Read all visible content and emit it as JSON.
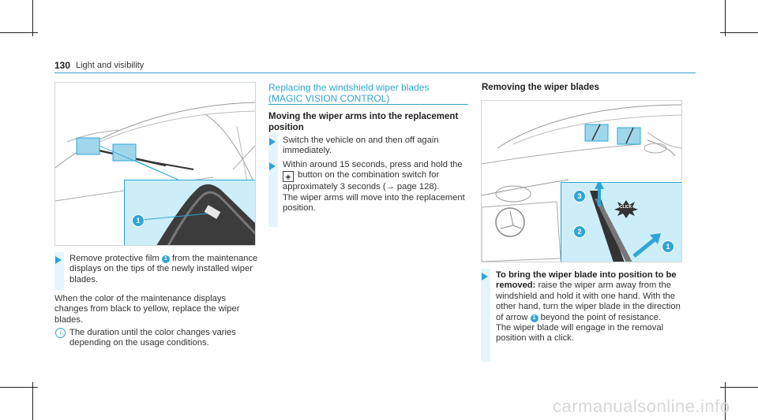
{
  "header": {
    "page_number": "130",
    "section_title": "Light and visibility"
  },
  "left": {
    "callout_1": "1",
    "step1": {
      "before": "Remove protective film ",
      "num": "1",
      "after": " from the maintenance displays on the tips of the newly installed wiper blades."
    },
    "para": "When the color of the maintenance displays changes from black to yellow, replace the wiper blades.",
    "note_icon": "i",
    "note": "The duration until the color changes varies depending on the usage conditions."
  },
  "middle": {
    "section_title": "Replacing the windshield wiper blades (MAGIC VISION CONTROL)",
    "sub_title": "Moving the wiper arms into the replacement position",
    "step1": "Switch the vehicle on and then off again immediately.",
    "step2": {
      "line1": "Within around 15 seconds, press and hold the",
      "button_icon": "wiper-button",
      "line2": " button on the combination switch for approximately 3 seconds (→ page 128).",
      "line3": "The wiper arms will move into the replacement position."
    }
  },
  "right": {
    "section_title": "Removing the wiper blades",
    "callouts": [
      "3",
      "2",
      "1"
    ],
    "click_label": "CLICK",
    "step1": {
      "bold": "To bring the wiper blade into position to be removed:",
      "text": " raise the wiper arm away from the windshield and hold it with one hand. With the other hand, turn the wiper blade in the direction of arrow ",
      "num": "1",
      "text2": " beyond the point of resistance.",
      "text3": "The wiper blade will engage in the removal position with a click."
    }
  },
  "watermark": "carmanualsonline.info",
  "colors": {
    "accent": "#2ea5d5",
    "highlight_box": "#9fd6ea",
    "inset_bg": "#cdeef8"
  }
}
